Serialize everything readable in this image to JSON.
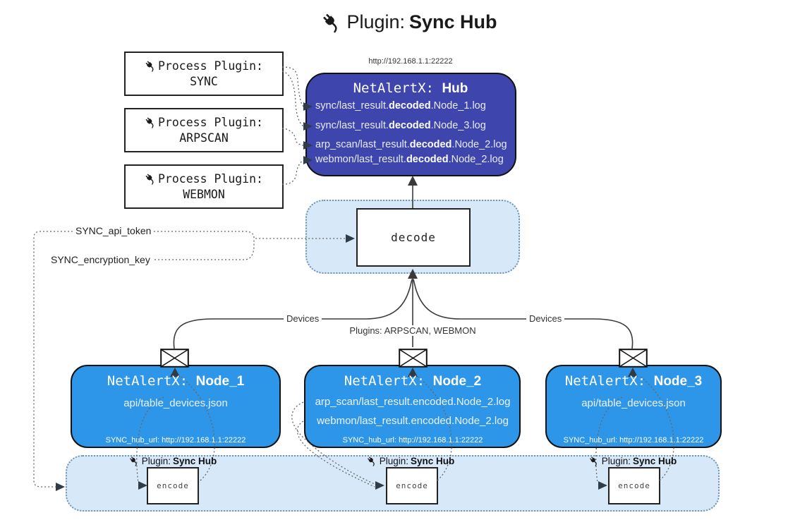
{
  "title": {
    "label": "Plugin: ",
    "label_bold": "Sync Hub"
  },
  "hub": {
    "url": "http://192.168.1.1:22222",
    "name_prefix": "NetAlertX: ",
    "name": "Hub",
    "log_lines": [
      {
        "pre": "sync/last_result.",
        "bold": "decoded",
        "post": ".Node_1.log"
      },
      {
        "pre": "sync/last_result.",
        "bold": "decoded",
        "post": ".Node_3.log"
      },
      {
        "pre": "arp_scan/last_result.",
        "bold": "decoded",
        "post": ".Node_2.log"
      },
      {
        "pre": "webmon/last_result.",
        "bold": "decoded",
        "post": ".Node_2.log"
      }
    ]
  },
  "process_plugins": [
    {
      "label": "Process Plugin:",
      "name": "SYNC"
    },
    {
      "label": "Process Plugin:",
      "name": "ARPSCAN"
    },
    {
      "label": "Process Plugin:",
      "name": "WEBMON"
    }
  ],
  "decode_box": {
    "label": "decode"
  },
  "settings": {
    "api_token": "SYNC_api_token",
    "encryption_key": "SYNC_encryption_key"
  },
  "edge_labels": {
    "devices_left": "Devices",
    "plugins_center": "Plugins: ARPSCAN, WEBMON",
    "devices_right": "Devices"
  },
  "nodes": [
    {
      "name_prefix": "NetAlertX: ",
      "name": "Node_1",
      "files": [
        "api/table_devices.json"
      ],
      "hub_url": "SYNC_hub_url: http://192.168.1.1:22222"
    },
    {
      "name_prefix": "NetAlertX: ",
      "name": "Node_2",
      "files": [
        "arp_scan/last_result.encoded.Node_2.log",
        "webmon/last_result.encoded.Node_2.log"
      ],
      "hub_url": "SYNC_hub_url: http://192.168.1.1:22222"
    },
    {
      "name_prefix": "NetAlertX: ",
      "name": "Node_3",
      "files": [
        "api/table_devices.json"
      ],
      "hub_url": "SYNC_hub_url: http://192.168.1.1:22222"
    }
  ],
  "encoders": [
    {
      "label": "Plugin: ",
      "label_bold": "Sync Hub",
      "box": "encode"
    },
    {
      "label": "Plugin: ",
      "label_bold": "Sync Hub",
      "box": "encode"
    },
    {
      "label": "Plugin: ",
      "label_bold": "Sync Hub",
      "box": "encode"
    }
  ],
  "colors": {
    "hub_fill": "#3e46ad",
    "node_fill": "#2e96e8",
    "panel_fill": "#d7e9f9",
    "panel_border": "#6f93b4",
    "connector": "#3a3a3a"
  }
}
